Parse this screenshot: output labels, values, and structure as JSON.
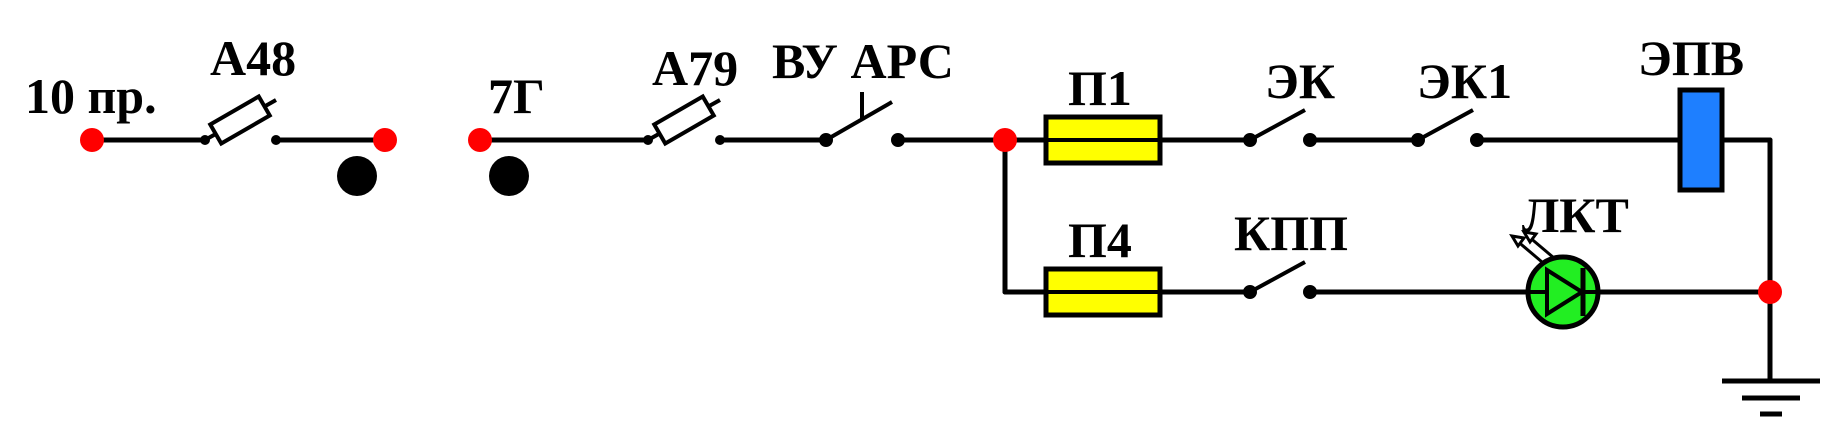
{
  "labels": {
    "source": "10 пр.",
    "fuse_a48": "А48",
    "node_7g": "7Г",
    "fuse_a79": "А79",
    "switch_vu_ars": "ВУ АРС",
    "fuse_p1": "П1",
    "contact_ek": "ЭК",
    "contact_ek1": "ЭК1",
    "coil_epv": "ЭПВ",
    "fuse_p4": "П4",
    "contact_kpp": "КПП",
    "lamp_lkt": "ЛКТ"
  },
  "colors": {
    "wire": "#000000",
    "node": "#ff0000",
    "fuse_fill": "#ffff00",
    "coil_fill": "#1e7fff",
    "lamp_fill": "#22ee22",
    "terminal": "#000000"
  }
}
